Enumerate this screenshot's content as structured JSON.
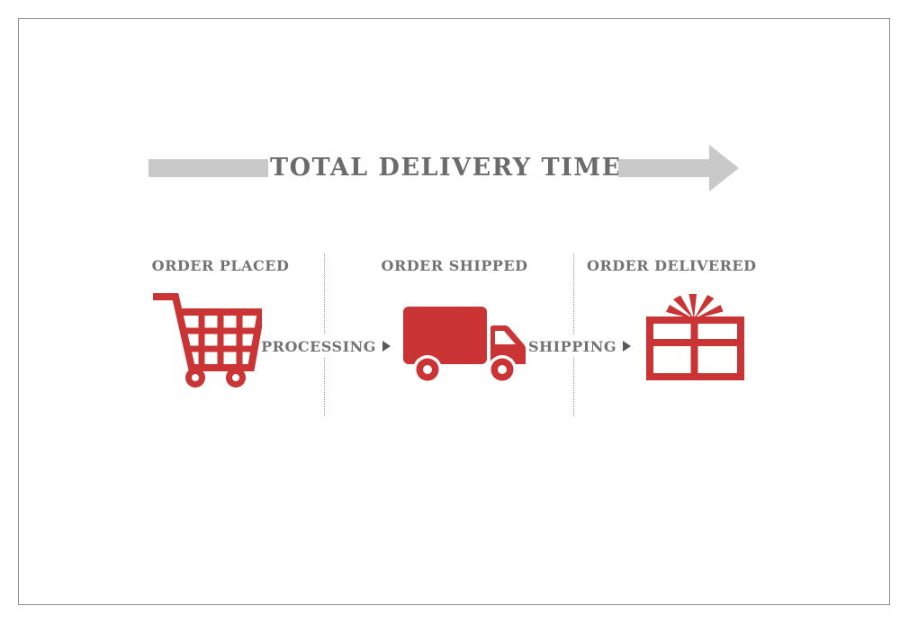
{
  "header": {
    "title": "TOTAL DELIVERY TIME"
  },
  "stages": [
    {
      "label": "ORDER PLACED",
      "icon": "cart-icon"
    },
    {
      "label": "ORDER SHIPPED",
      "icon": "truck-icon"
    },
    {
      "label": "ORDER DELIVERED",
      "icon": "gift-icon"
    }
  ],
  "connectors": [
    {
      "label": "PROCESSING",
      "icon": "triangle-right-icon"
    },
    {
      "label": "SHIPPING",
      "icon": "triangle-right-icon"
    }
  ],
  "colors": {
    "red": "#cb3434",
    "bar_gray": "#c9c9c9",
    "title_gray": "#6b6b6b",
    "label_gray": "#737373",
    "triangle_gray": "#595959",
    "dotted_gray": "#9a9a9a",
    "border_gray": "#8c8c8c",
    "background": "#ffffff"
  }
}
